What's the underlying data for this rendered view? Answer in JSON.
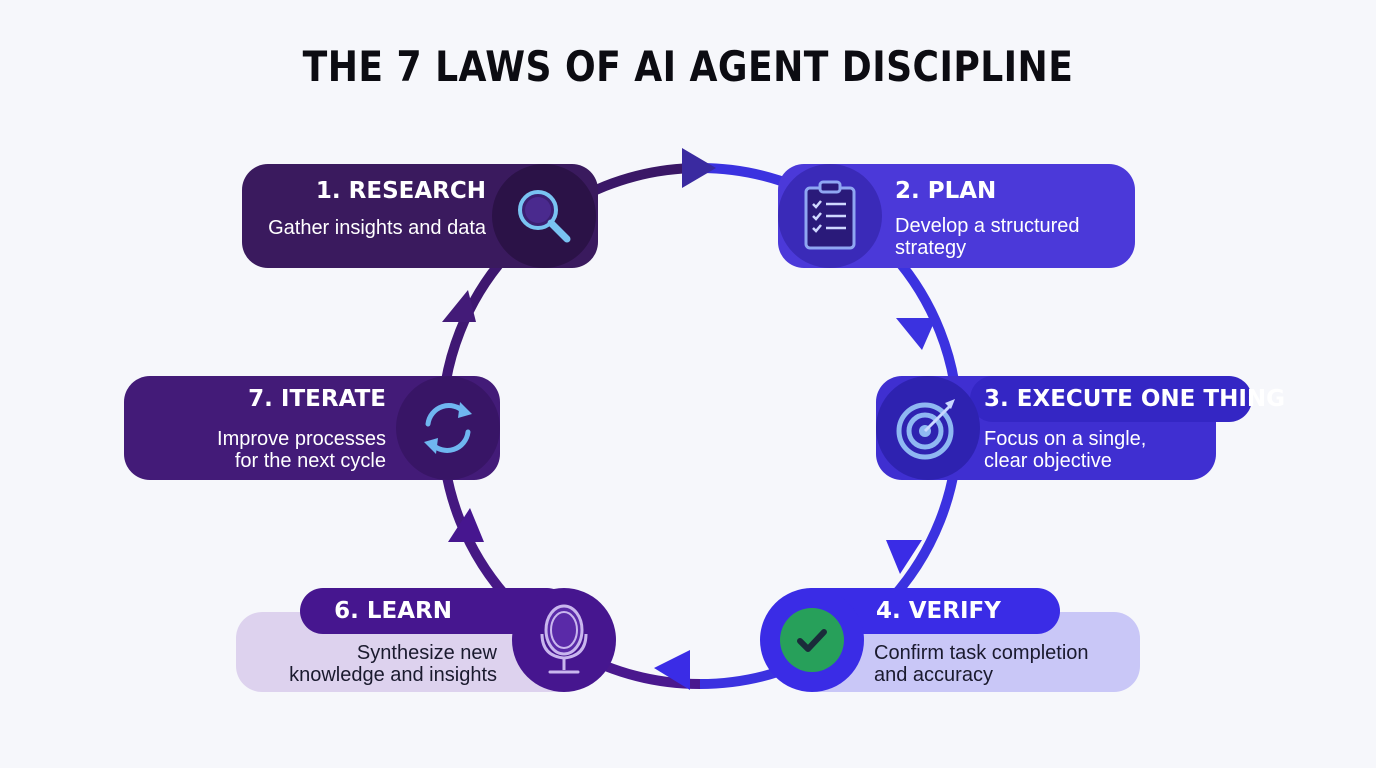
{
  "title": "THE 7 LAWS OF AI AGENT DISCIPLINE",
  "steps": [
    {
      "heading": "1. RESEARCH",
      "description": [
        "Gather insights and data"
      ],
      "icon": "magnifying-glass-icon"
    },
    {
      "heading": "2. PLAN",
      "description": [
        "Develop a structured",
        "strategy"
      ],
      "icon": "clipboard-checklist-icon"
    },
    {
      "heading": "3. EXECUTE ONE THING",
      "description": [
        "Focus on a single,",
        "clear objective"
      ],
      "icon": "target-icon"
    },
    {
      "heading": "4. VERIFY",
      "description": [
        "Confirm task completion",
        "and accuracy"
      ],
      "icon": "checkmark-icon"
    },
    {
      "heading": "6. LEARN",
      "description": [
        "Synthesize new",
        "knowledge and insights"
      ],
      "icon": "mirror-icon"
    },
    {
      "heading": "7. ITERATE",
      "description": [
        "Improve processes",
        "for the next cycle"
      ],
      "icon": "refresh-cycle-icon"
    }
  ],
  "colors": {
    "research": "#3a1a5e",
    "plan": "#4b39d9",
    "execute": "#3f2fd1",
    "verify": "#3a2ce6",
    "learn": "#46168f",
    "iterate": "#431b78",
    "check_green": "#27a05a",
    "icon_blue": "#6fb6f0"
  }
}
